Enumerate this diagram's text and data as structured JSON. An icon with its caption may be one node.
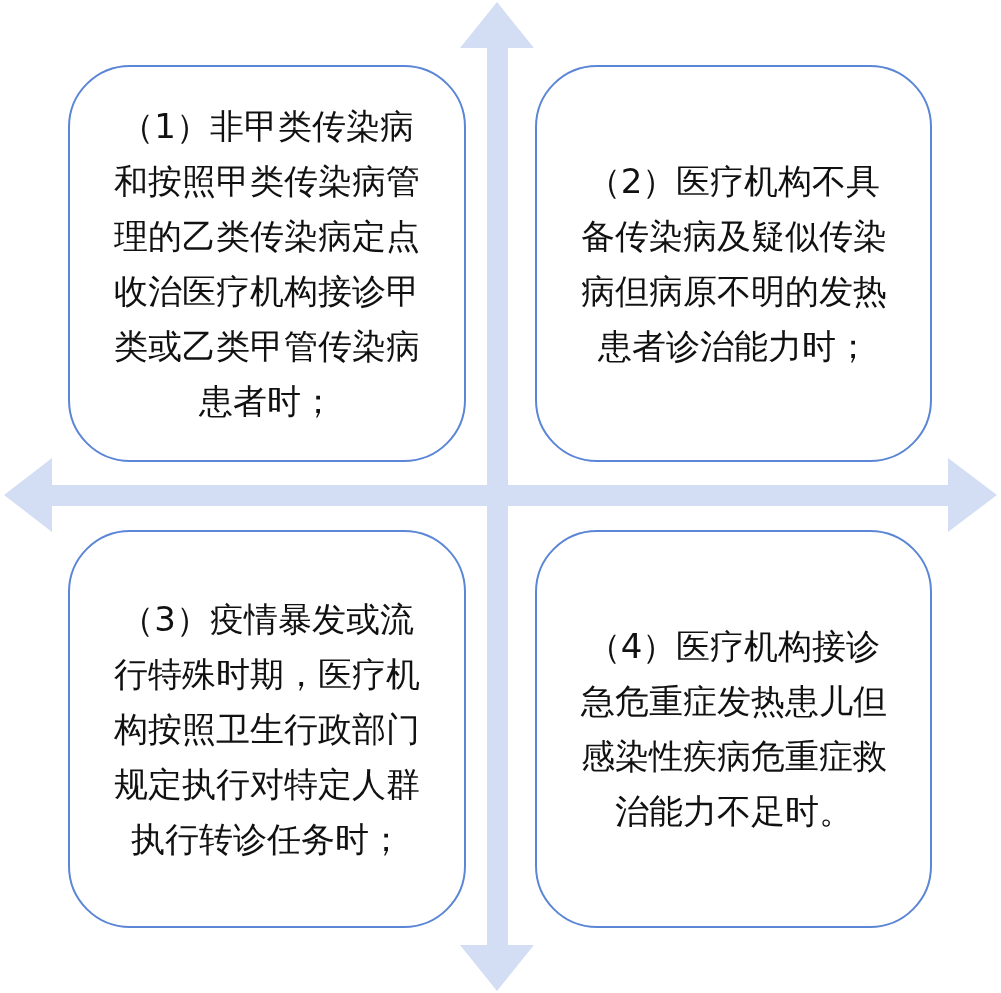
{
  "diagram": {
    "nodes": [
      {
        "text": [
          "（1）非甲类传染病和按照甲类传染病管理的乙类传染病定点收治医疗机构接诊甲类或乙类甲管传染病患者时；"
        ]
      },
      {
        "text": [
          "（2）医疗机构不具备传染病及疑似传染病但病原不明的发热患者诊治能力时；"
        ]
      },
      {
        "text": [
          "（3）疫情暴发或流行特殊时期，医疗机构按照卫生行政部门规定执行对特定人群执行转诊任务时；"
        ]
      },
      {
        "text": [
          "（4）医疗机构接诊急危重症发热患儿但感染性疾病危重症救治能力不足时。"
        ]
      }
    ]
  }
}
